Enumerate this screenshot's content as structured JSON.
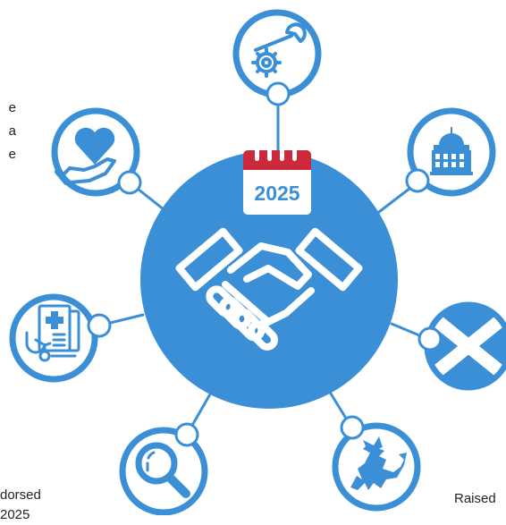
{
  "center": {
    "calendar_year": "2025"
  },
  "texts": {
    "top_left": [
      "e",
      "a",
      "e"
    ],
    "bottom_left": [
      "dorsed",
      "2025"
    ],
    "bottom_right": "Raised"
  },
  "colors": {
    "primary": "#3b8fd6",
    "calendar_red": "#cc2a3c",
    "text": "#222222",
    "background": "#ffffff"
  },
  "nodes": [
    {
      "icon": "wrench-gear-icon"
    },
    {
      "icon": "government-building-icon"
    },
    {
      "icon": "scotland-flag-icon"
    },
    {
      "icon": "welsh-dragon-icon"
    },
    {
      "icon": "magnifying-glass-icon"
    },
    {
      "icon": "medical-record-icon"
    },
    {
      "icon": "heart-in-hand-icon"
    }
  ]
}
